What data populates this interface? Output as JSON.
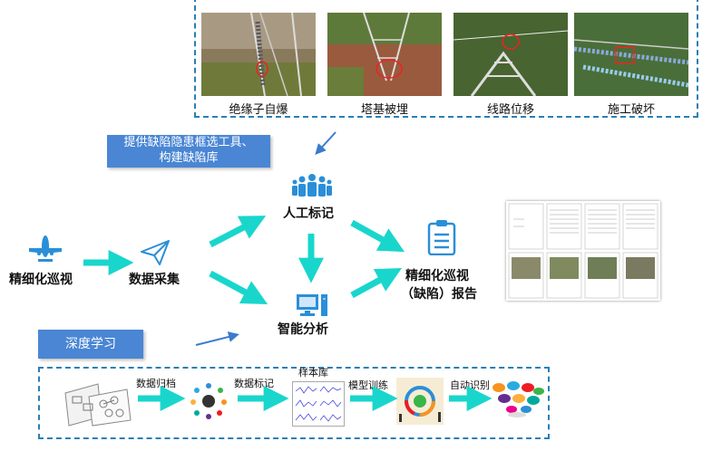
{
  "photos": [
    {
      "caption": "绝缘子自爆"
    },
    {
      "caption": "塔基被埋"
    },
    {
      "caption": "线路位移"
    },
    {
      "caption": "施工破坏"
    }
  ],
  "tool_box": {
    "line1": "提供缺陷隐患框选工具、",
    "line2": "构建缺陷库"
  },
  "nodes": {
    "inspection": "精细化巡视",
    "collection": "数据采集",
    "labeling": "人工标记",
    "analysis": "智能分析",
    "report_line1": "精细化巡视",
    "report_line2": "（缺陷）报告"
  },
  "deep_learning": "深度学习",
  "pipeline": {
    "archive": "数据归档",
    "label": "数据标记",
    "sample": "样本库",
    "train": "模型训练",
    "recognize": "自动识别"
  },
  "colors": {
    "arrow": "#19d6cc",
    "accent_blue": "#2a7fb4",
    "box_blue": "#4a86d4"
  }
}
